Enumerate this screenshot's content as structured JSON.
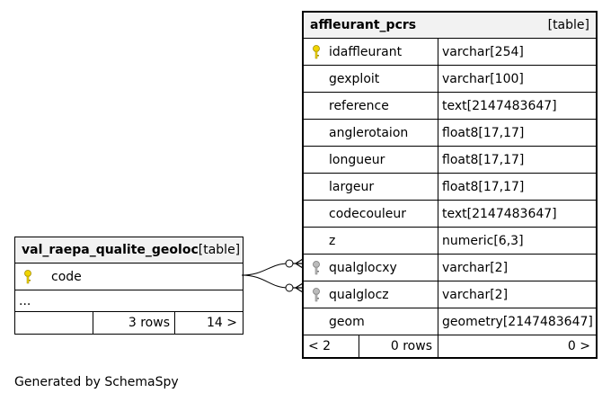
{
  "main_table": {
    "name": "affleurant_pcrs",
    "kind": "[table]",
    "columns": [
      {
        "name": "idaffleurant",
        "type": "varchar[254]",
        "key": "primary"
      },
      {
        "name": "gexploit",
        "type": "varchar[100]",
        "key": ""
      },
      {
        "name": "reference",
        "type": "text[2147483647]",
        "key": ""
      },
      {
        "name": "anglerotaion",
        "type": "float8[17,17]",
        "key": ""
      },
      {
        "name": "longueur",
        "type": "float8[17,17]",
        "key": ""
      },
      {
        "name": "largeur",
        "type": "float8[17,17]",
        "key": ""
      },
      {
        "name": "codecouleur",
        "type": "text[2147483647]",
        "key": ""
      },
      {
        "name": "z",
        "type": "numeric[6,3]",
        "key": ""
      },
      {
        "name": "qualglocxy",
        "type": "varchar[2]",
        "key": "foreign"
      },
      {
        "name": "qualglocz",
        "type": "varchar[2]",
        "key": "foreign"
      },
      {
        "name": "geom",
        "type": "geometry[2147483647]",
        "key": ""
      }
    ],
    "footer": {
      "parents": "< 2",
      "rows": "0 rows",
      "children": "0 >"
    }
  },
  "ref_table": {
    "name": "val_raepa_qualite_geoloc",
    "kind": "[table]",
    "column": "code",
    "ellipsis": "...",
    "footer": {
      "rows": "3 rows",
      "children": "14 >"
    }
  },
  "generated_by": "Generated by SchemaSpy",
  "colors": {
    "primary_key": "#f0d400",
    "foreign_key": "#999999",
    "header_bg": "#f2f2f2"
  }
}
